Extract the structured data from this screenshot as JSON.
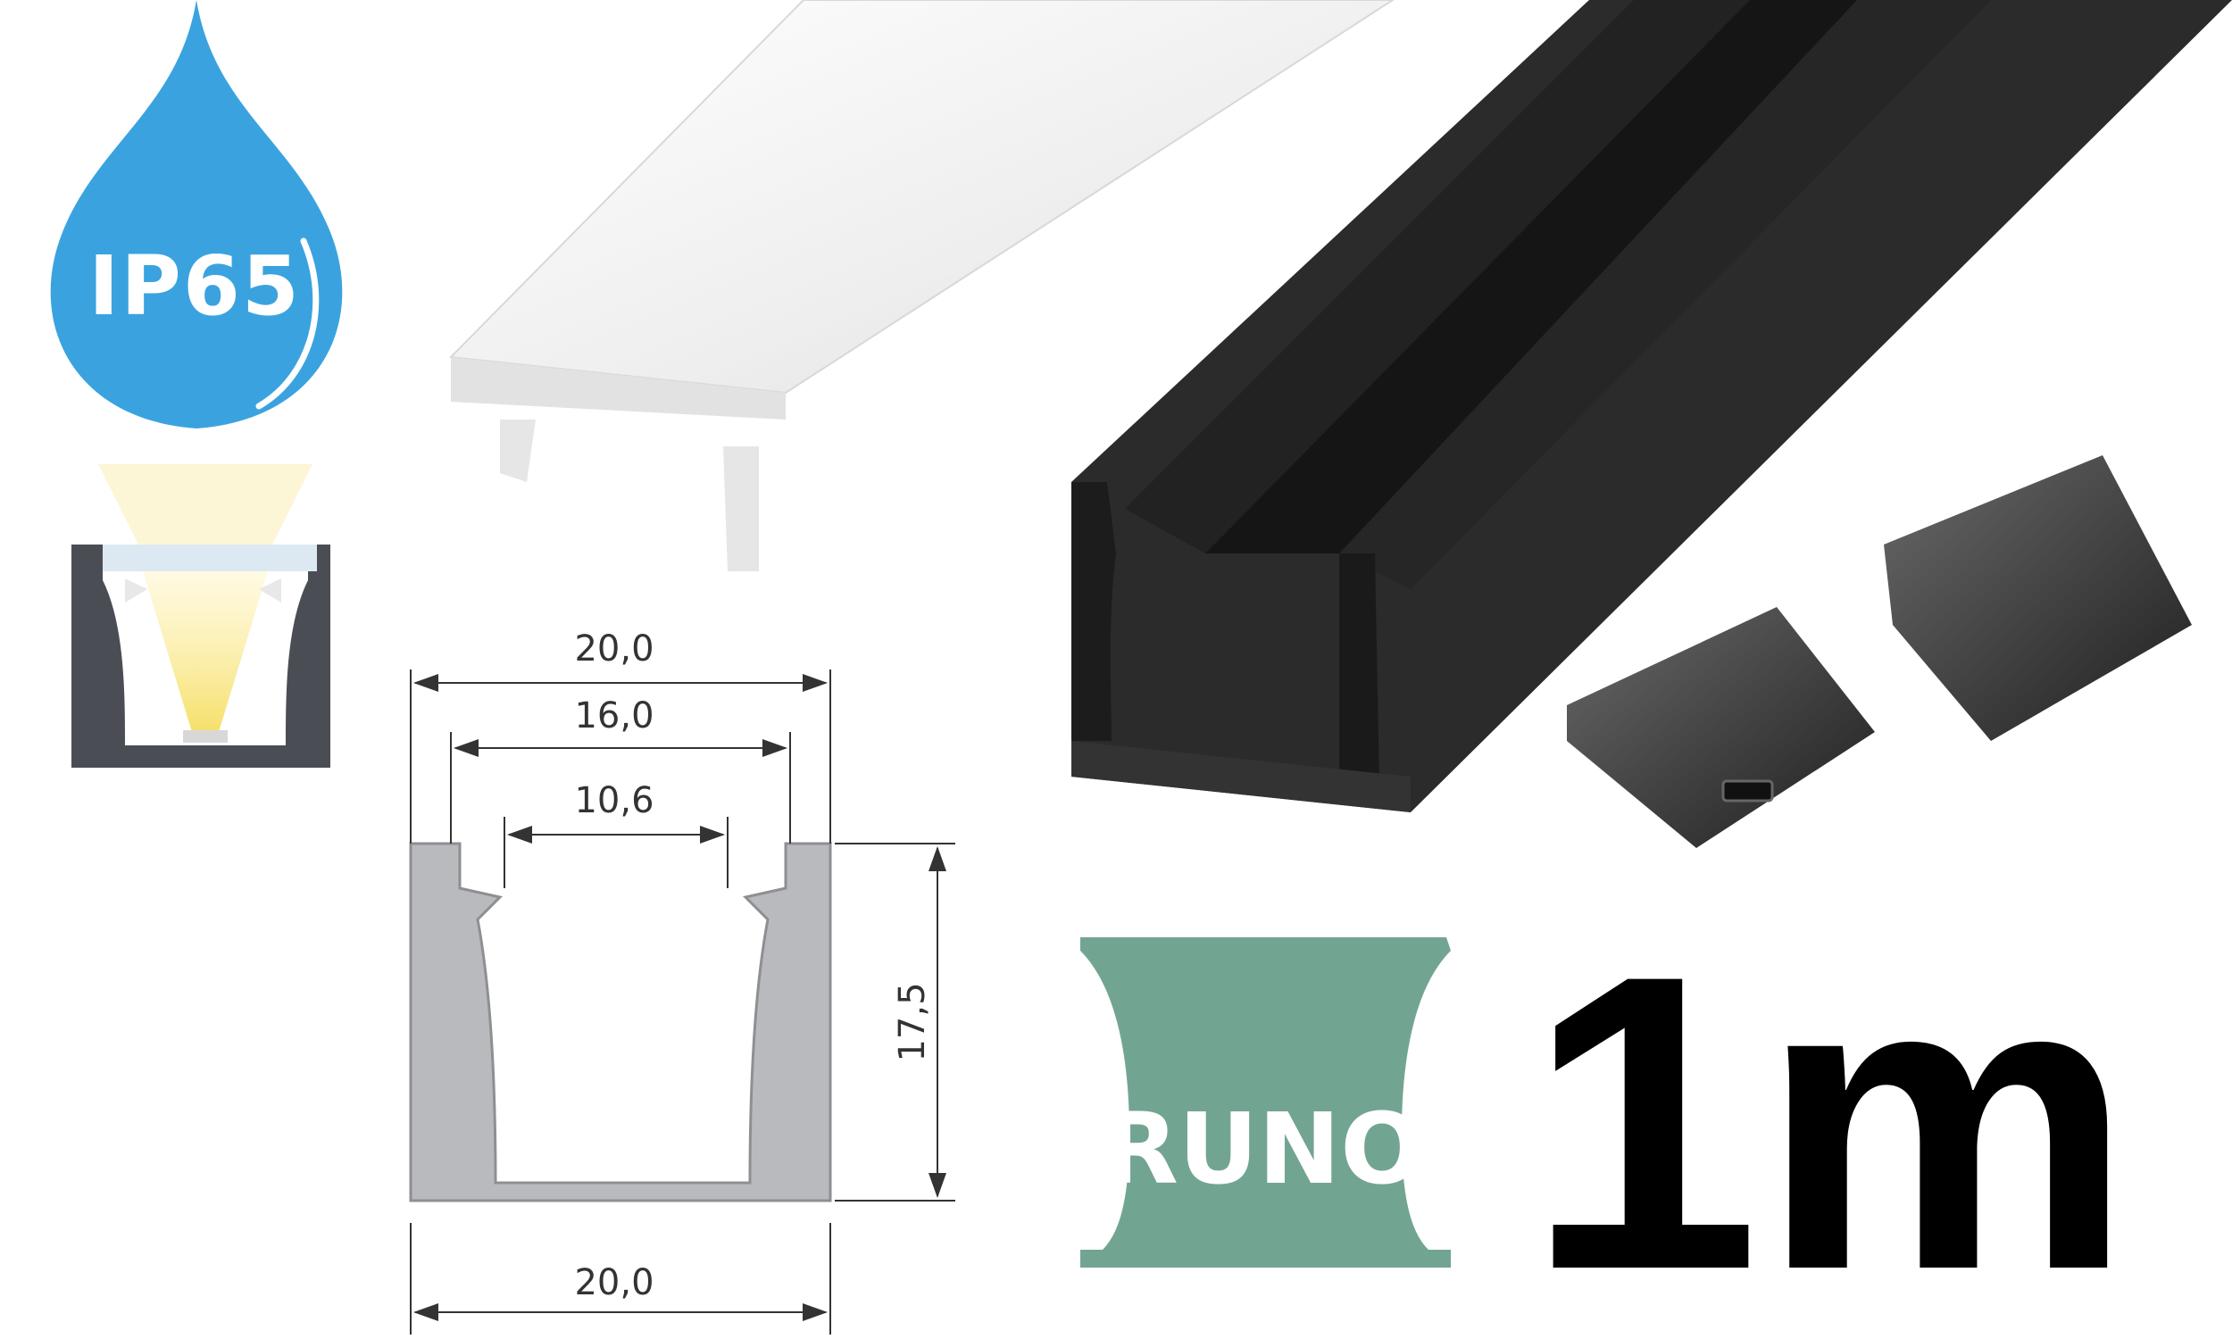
{
  "badge": {
    "label": "IP65",
    "color": "#3aa3df"
  },
  "dimensions": {
    "outer_width_top": "20,0",
    "inner_width": "16,0",
    "opening_width": "10,6",
    "height": "17,5",
    "outer_width_bottom": "20,0"
  },
  "logo": {
    "label": "RUNO",
    "color": "#72a591"
  },
  "length": {
    "label": "1m"
  },
  "colors": {
    "profile_black": "#2b2b2b",
    "profile_gray": "#b9babd",
    "diffuser": "#f2f2f2",
    "light": "#fbe88a"
  }
}
